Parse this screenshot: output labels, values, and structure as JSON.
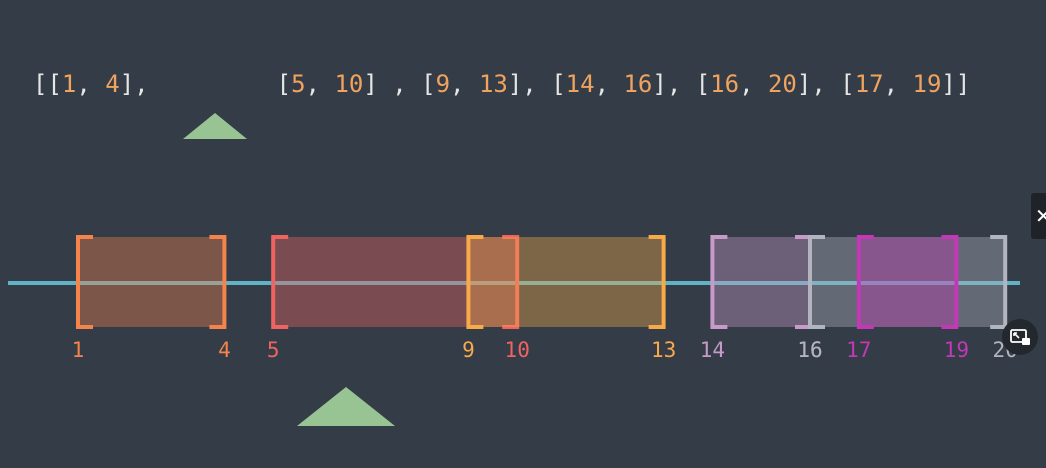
{
  "expression": {
    "items": [
      {
        "text": "[[",
        "color": "#e6e6e6"
      },
      {
        "text": "1",
        "color": "#f0a35e"
      },
      {
        "text": ", ",
        "color": "#e6e6e6"
      },
      {
        "text": "4",
        "color": "#f0a35e"
      },
      {
        "text": "],",
        "color": "#e6e6e6"
      },
      {
        "text": "[",
        "color": "#e6e6e6"
      },
      {
        "text": "5",
        "color": "#f0a35e"
      },
      {
        "text": ", ",
        "color": "#e6e6e6"
      },
      {
        "text": "10",
        "color": "#f0a35e"
      },
      {
        "text": "] , [",
        "color": "#e6e6e6"
      },
      {
        "text": "9",
        "color": "#f0a35e"
      },
      {
        "text": ", ",
        "color": "#e6e6e6"
      },
      {
        "text": "13",
        "color": "#f0a35e"
      },
      {
        "text": "], [",
        "color": "#e6e6e6"
      },
      {
        "text": "14",
        "color": "#f0a35e"
      },
      {
        "text": ", ",
        "color": "#e6e6e6"
      },
      {
        "text": "16",
        "color": "#f0a35e"
      },
      {
        "text": "], [",
        "color": "#e6e6e6"
      },
      {
        "text": "16",
        "color": "#f0a35e"
      },
      {
        "text": ", ",
        "color": "#e6e6e6"
      },
      {
        "text": "20",
        "color": "#f0a35e"
      },
      {
        "text": "], [",
        "color": "#e6e6e6"
      },
      {
        "text": "17",
        "color": "#f0a35e"
      },
      {
        "text": ", ",
        "color": "#e6e6e6"
      },
      {
        "text": "19",
        "color": "#f0a35e"
      },
      {
        "text": "]]",
        "color": "#e6e6e6"
      }
    ]
  },
  "number_line": {
    "color": "#5fb3c4",
    "intervals": [
      {
        "start": 1,
        "end": 4,
        "color": "#f5844c",
        "start_label": "1",
        "end_label": "4"
      },
      {
        "start": 5,
        "end": 10,
        "color": "#ef6461",
        "start_label": "5",
        "end_label": "10"
      },
      {
        "start": 9,
        "end": 13,
        "color": "#f8a948",
        "start_label": "9",
        "end_label": "13"
      },
      {
        "start": 14,
        "end": 16,
        "color": "#c79ac8",
        "start_label": "14",
        "end_label": "16"
      },
      {
        "start": 16,
        "end": 20,
        "color": "#b2b4c0",
        "start_label": "16",
        "end_label": "20"
      },
      {
        "start": 17,
        "end": 19,
        "color": "#c338b5",
        "start_label": "17",
        "end_label": "19"
      }
    ]
  },
  "pointers": {
    "color": "#98c493"
  },
  "controls": {
    "close_glyph": "✕",
    "pip_icon": "picture-in-picture-icon"
  }
}
